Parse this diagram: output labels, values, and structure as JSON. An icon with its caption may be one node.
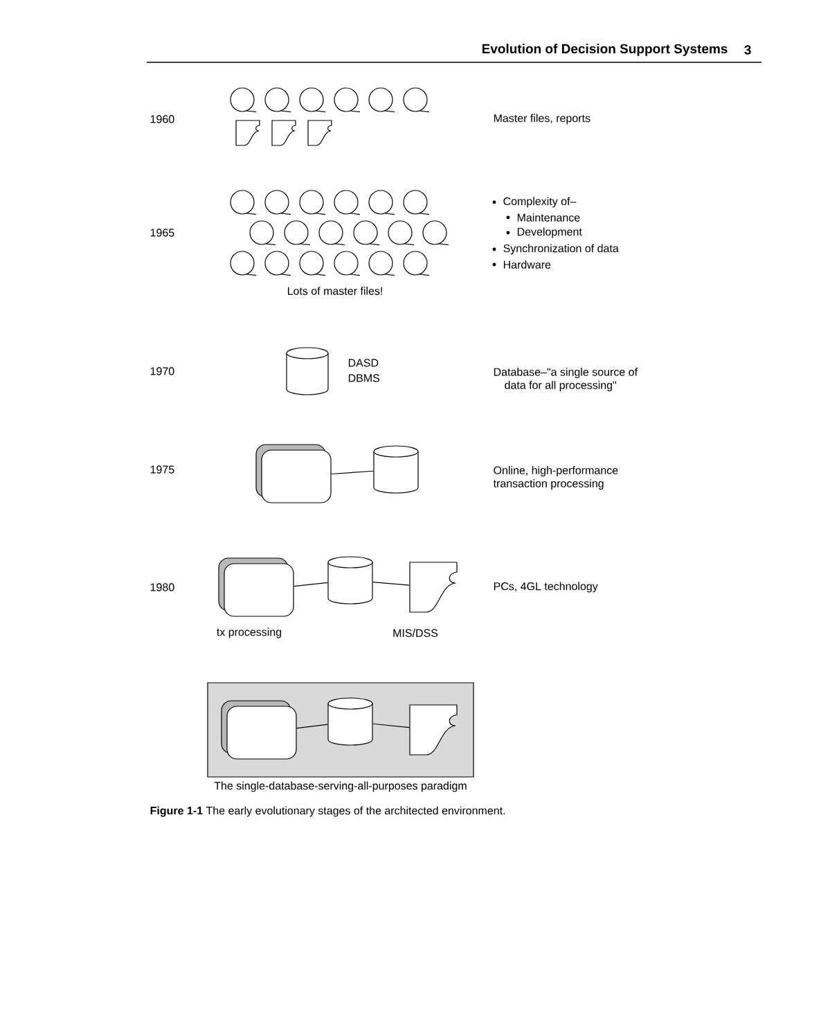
{
  "diagram": {
    "caption": "**Figure 1-1** The early evolutionary stages of the architected environment.",
    "nodes": [
      {
        "text": [],
        "shape": "cylinder",
        "beside": [
          "DASD",
          "DBMS"
        ]
      },
      {
        "text": [],
        "shape": "box"
      },
      {
        "text": [],
        "shape": "cylinder"
      },
      {
        "text": [],
        "shape": "box",
        "beside": [
          "tx processing"
        ]
      },
      {
        "text": [],
        "shape": "cylinder"
      },
      {
        "text": [],
        "shape": "document",
        "beside": [
          "MIS/DSS"
        ]
      },
      {
        "text": [
          "The single-database-serving-all-purposes paradigm"
        ]
      },
      {
        "text": [],
        "shape": "box",
        "in": 6
      },
      {
        "text": [],
        "shape": "cylinder",
        "in": 6
      },
      {
        "text": [],
        "shape": "document",
        "in": 6
      }
    ],
    "edges": [
      {
        "from": 1,
        "to": 2,
        "arrow": "none"
      },
      {
        "from": 3,
        "to": 4,
        "arrow": "none"
      },
      {
        "from": 4,
        "to": 5,
        "arrow": "none"
      },
      {
        "from": 7,
        "to": 8,
        "arrow": "none"
      },
      {
        "from": 8,
        "to": 9,
        "arrow": "none"
      }
    ],
    "labels": [
      "Evolution of Decision Support Systems",
      "3",
      "1960",
      "Master files, reports",
      "1965",
      "Complexity of–",
      "Maintenance",
      "Development",
      "Synchronization of data",
      "Hardware",
      "Lots of master files!",
      "1970",
      "Database–\"a single source of data for all processing\"",
      "1975",
      "Online, high-performance transaction processing",
      "1980",
      "PCs, 4GL technology"
    ]
  }
}
